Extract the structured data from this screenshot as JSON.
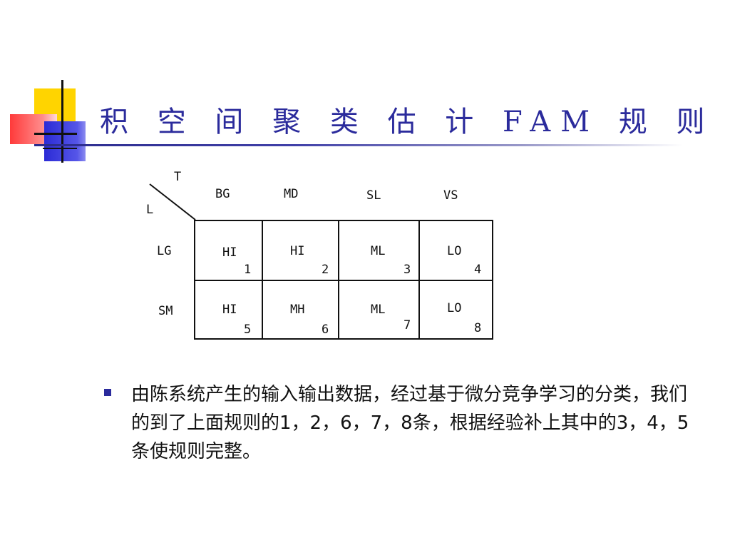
{
  "slide": {
    "title": "积 空 间 聚 类 估 计 FAM 规 则",
    "bullet": "由陈系统产生的输入输出数据，经过基于微分竞争学习的分类，我们的到了上面规则的1，2，6，7，8条，根据经验补上其中的3，4，5条使规则完整。"
  },
  "fam": {
    "corner_top": "T",
    "corner_left": "L",
    "columns": [
      "BG",
      "MD",
      "SL",
      "VS"
    ],
    "rows": [
      "LG",
      "SM"
    ],
    "cells": [
      [
        {
          "label": "HI",
          "num": "1"
        },
        {
          "label": "HI",
          "num": "2"
        },
        {
          "label": "ML",
          "num": "3"
        },
        {
          "label": "LO",
          "num": "4"
        }
      ],
      [
        {
          "label": "HI",
          "num": "5"
        },
        {
          "label": "MH",
          "num": "6"
        },
        {
          "label": "ML",
          "num": "7"
        },
        {
          "label": "LO",
          "num": "8"
        }
      ]
    ]
  }
}
